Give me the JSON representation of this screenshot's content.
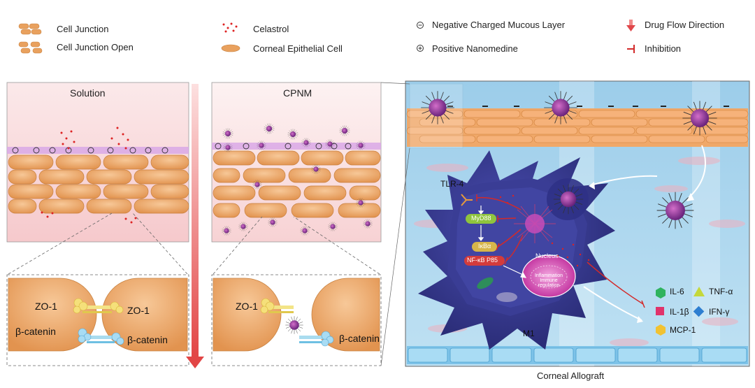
{
  "legend": {
    "cell_junction": "Cell  Junction",
    "cell_junction_open": "Cell  Junction Open",
    "celastrol": "Celastrol",
    "corneal_epithelial_cell": "Corneal Epithelial Cell",
    "negative_layer": "Negative Charged Mucous Layer",
    "positive_nano": "Positive Nanomedine",
    "drug_flow": "Drug Flow Direction",
    "inhibition": "Inhibition"
  },
  "panels": {
    "solution": "Solution",
    "cpnm": "CPNM"
  },
  "zoom": {
    "zo1": "ZO-1",
    "bcat": "β-catenin"
  },
  "cell": {
    "tlr4": "TLR-4",
    "myd88": "MyD88",
    "ikba": "IκBα",
    "nfkb": "NF-κB P85",
    "nucleus": "Nucleus",
    "m1": "M1",
    "nucleus_inner": "Inflammation\nImmune regulation"
  },
  "cytokines": {
    "il6": "IL-6",
    "tnfa": "TNF-α",
    "il1b": "IL-1β",
    "ifng": "IFN-γ",
    "mcp1": "MCP-1"
  },
  "caption": "Corneal Allograft",
  "colors": {
    "cell": "#e9a15e",
    "mucous": "#d9a8e6",
    "nano": "#7b2f8f",
    "macrophage": "#3d3f9a",
    "inhibit": "#d32a2a",
    "arrow": "#e0474a"
  }
}
